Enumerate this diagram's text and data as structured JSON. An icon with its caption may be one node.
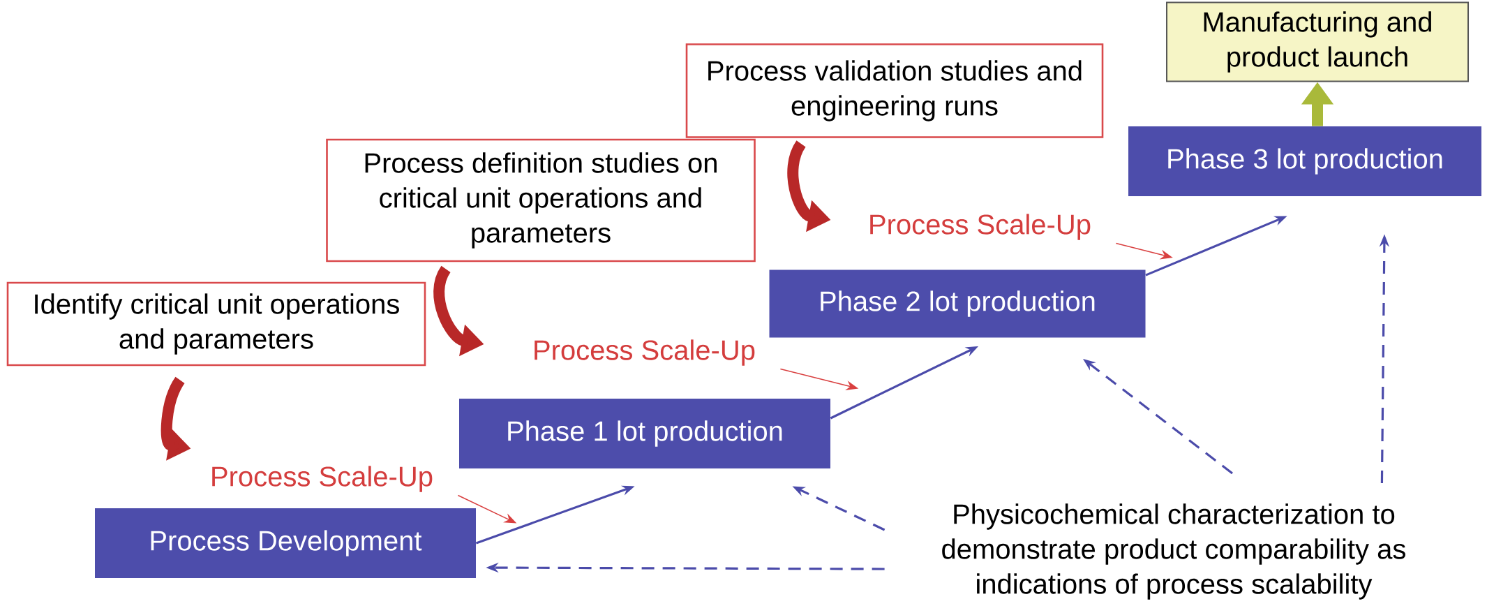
{
  "diagram": {
    "nodes": [
      {
        "text": [
          "Manufacturing and product launch"
        ]
      },
      {
        "text": [
          "Phase 3 lot production"
        ]
      },
      {
        "text": [
          "Process validation studies and engineering runs"
        ]
      },
      {
        "text": [
          "Process definition studies on critical unit operations and parameters"
        ]
      },
      {
        "text": [
          "Phase 2 lot production"
        ]
      },
      {
        "text": [
          "Identify critical unit operations and parameters"
        ]
      },
      {
        "text": [
          "Phase 1 lot production"
        ]
      },
      {
        "text": [
          "Process Development"
        ]
      },
      {
        "text": [
          "Physicochemical characterization to demonstrate product comparability as indications of process scalability"
        ]
      },
      {
        "text": [
          "Process Scale-Up"
        ]
      },
      {
        "text": [
          "Process Scale-Up"
        ]
      },
      {
        "text": [
          "Process Scale-Up"
        ]
      }
    ],
    "edges": [
      {
        "from": 7,
        "to": 6,
        "arrow": "to"
      },
      {
        "from": 6,
        "to": 4,
        "arrow": "to"
      },
      {
        "from": 4,
        "to": 1,
        "arrow": "to"
      },
      {
        "from": 1,
        "to": 0,
        "arrow": "to",
        "style": "thick",
        "color": "#a9b93a"
      },
      {
        "from": 5,
        "to": 9,
        "arrow": "to",
        "style": "thick",
        "color": "#b82828"
      },
      {
        "from": 3,
        "to": 10,
        "arrow": "to",
        "style": "thick",
        "color": "#b82828"
      },
      {
        "from": 2,
        "to": 11,
        "arrow": "to",
        "style": "thick",
        "color": "#b82828"
      },
      {
        "from": 9,
        "to": 7,
        "arrow": "to",
        "color": "#d94040"
      },
      {
        "from": 10,
        "to": 6,
        "arrow": "to",
        "color": "#d94040"
      },
      {
        "from": 11,
        "to": 4,
        "arrow": "to",
        "color": "#d94040"
      },
      {
        "from": 8,
        "to": 7,
        "arrow": "to",
        "style": "dashed"
      },
      {
        "from": 8,
        "to": 6,
        "arrow": "to",
        "style": "dashed"
      },
      {
        "from": 8,
        "to": 4,
        "arrow": "to",
        "style": "dashed"
      },
      {
        "from": 8,
        "to": 1,
        "arrow": "to",
        "style": "dashed"
      }
    ]
  }
}
